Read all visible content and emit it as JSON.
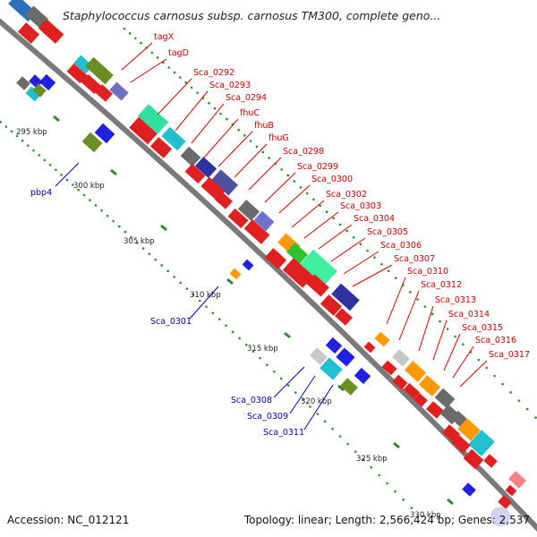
{
  "title": "Staphylococcus carnosus subsp. carnosus TM300, complete geno...",
  "footer": {
    "accession": "Accession: NC_012121",
    "summary": "Topology: linear; Length: 2,566,424 bp; Genes: 2,537"
  },
  "colors": {
    "forward_label": "#cc0000",
    "reverse_label": "#0000aa",
    "backbone": "#666666",
    "tick": "#228B22"
  },
  "kbp_ticks": [
    "295 kbp",
    "300 kbp",
    "305 kbp",
    "310 kbp",
    "315 kbp",
    "320 kbp",
    "325 kbp",
    "330 kbp"
  ],
  "forward_gene_labels": [
    "tagX",
    "tagD",
    "Sca_0292",
    "Sca_0293",
    "Sca_0294",
    "fhuC",
    "fhuB",
    "fhuG",
    "Sca_0298",
    "Sca_0299",
    "Sca_0300",
    "Sca_0302",
    "Sca_0303",
    "Sca_0304",
    "Sca_0305",
    "Sca_0306",
    "Sca_0307",
    "Sca_0310",
    "Sca_0312",
    "Sca_0313",
    "Sca_0314",
    "Sca_0315",
    "Sca_0316",
    "Sca_0317"
  ],
  "reverse_gene_labels": [
    "pbp4",
    "Sca_0301",
    "Sca_0308",
    "Sca_0309",
    "Sca_0311"
  ]
}
